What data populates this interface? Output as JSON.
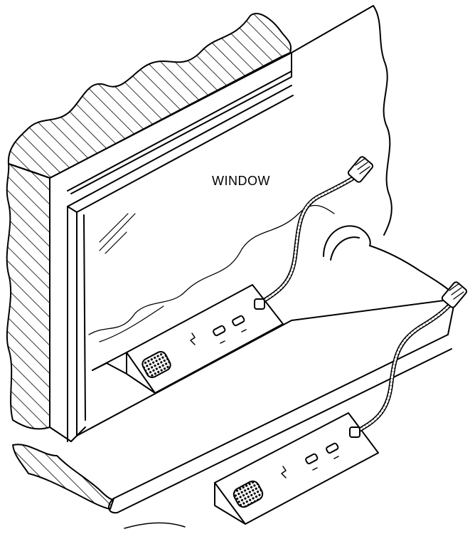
{
  "diagram": {
    "labels": {
      "window": "WINDOW"
    },
    "colors": {
      "line": "#000000",
      "background": "#ffffff"
    },
    "components": [
      "wall-section",
      "window-pane",
      "counter-shelf",
      "inner-intercom-console",
      "outer-intercom-console",
      "inner-gooseneck-microphone",
      "outer-gooseneck-microphone"
    ]
  }
}
